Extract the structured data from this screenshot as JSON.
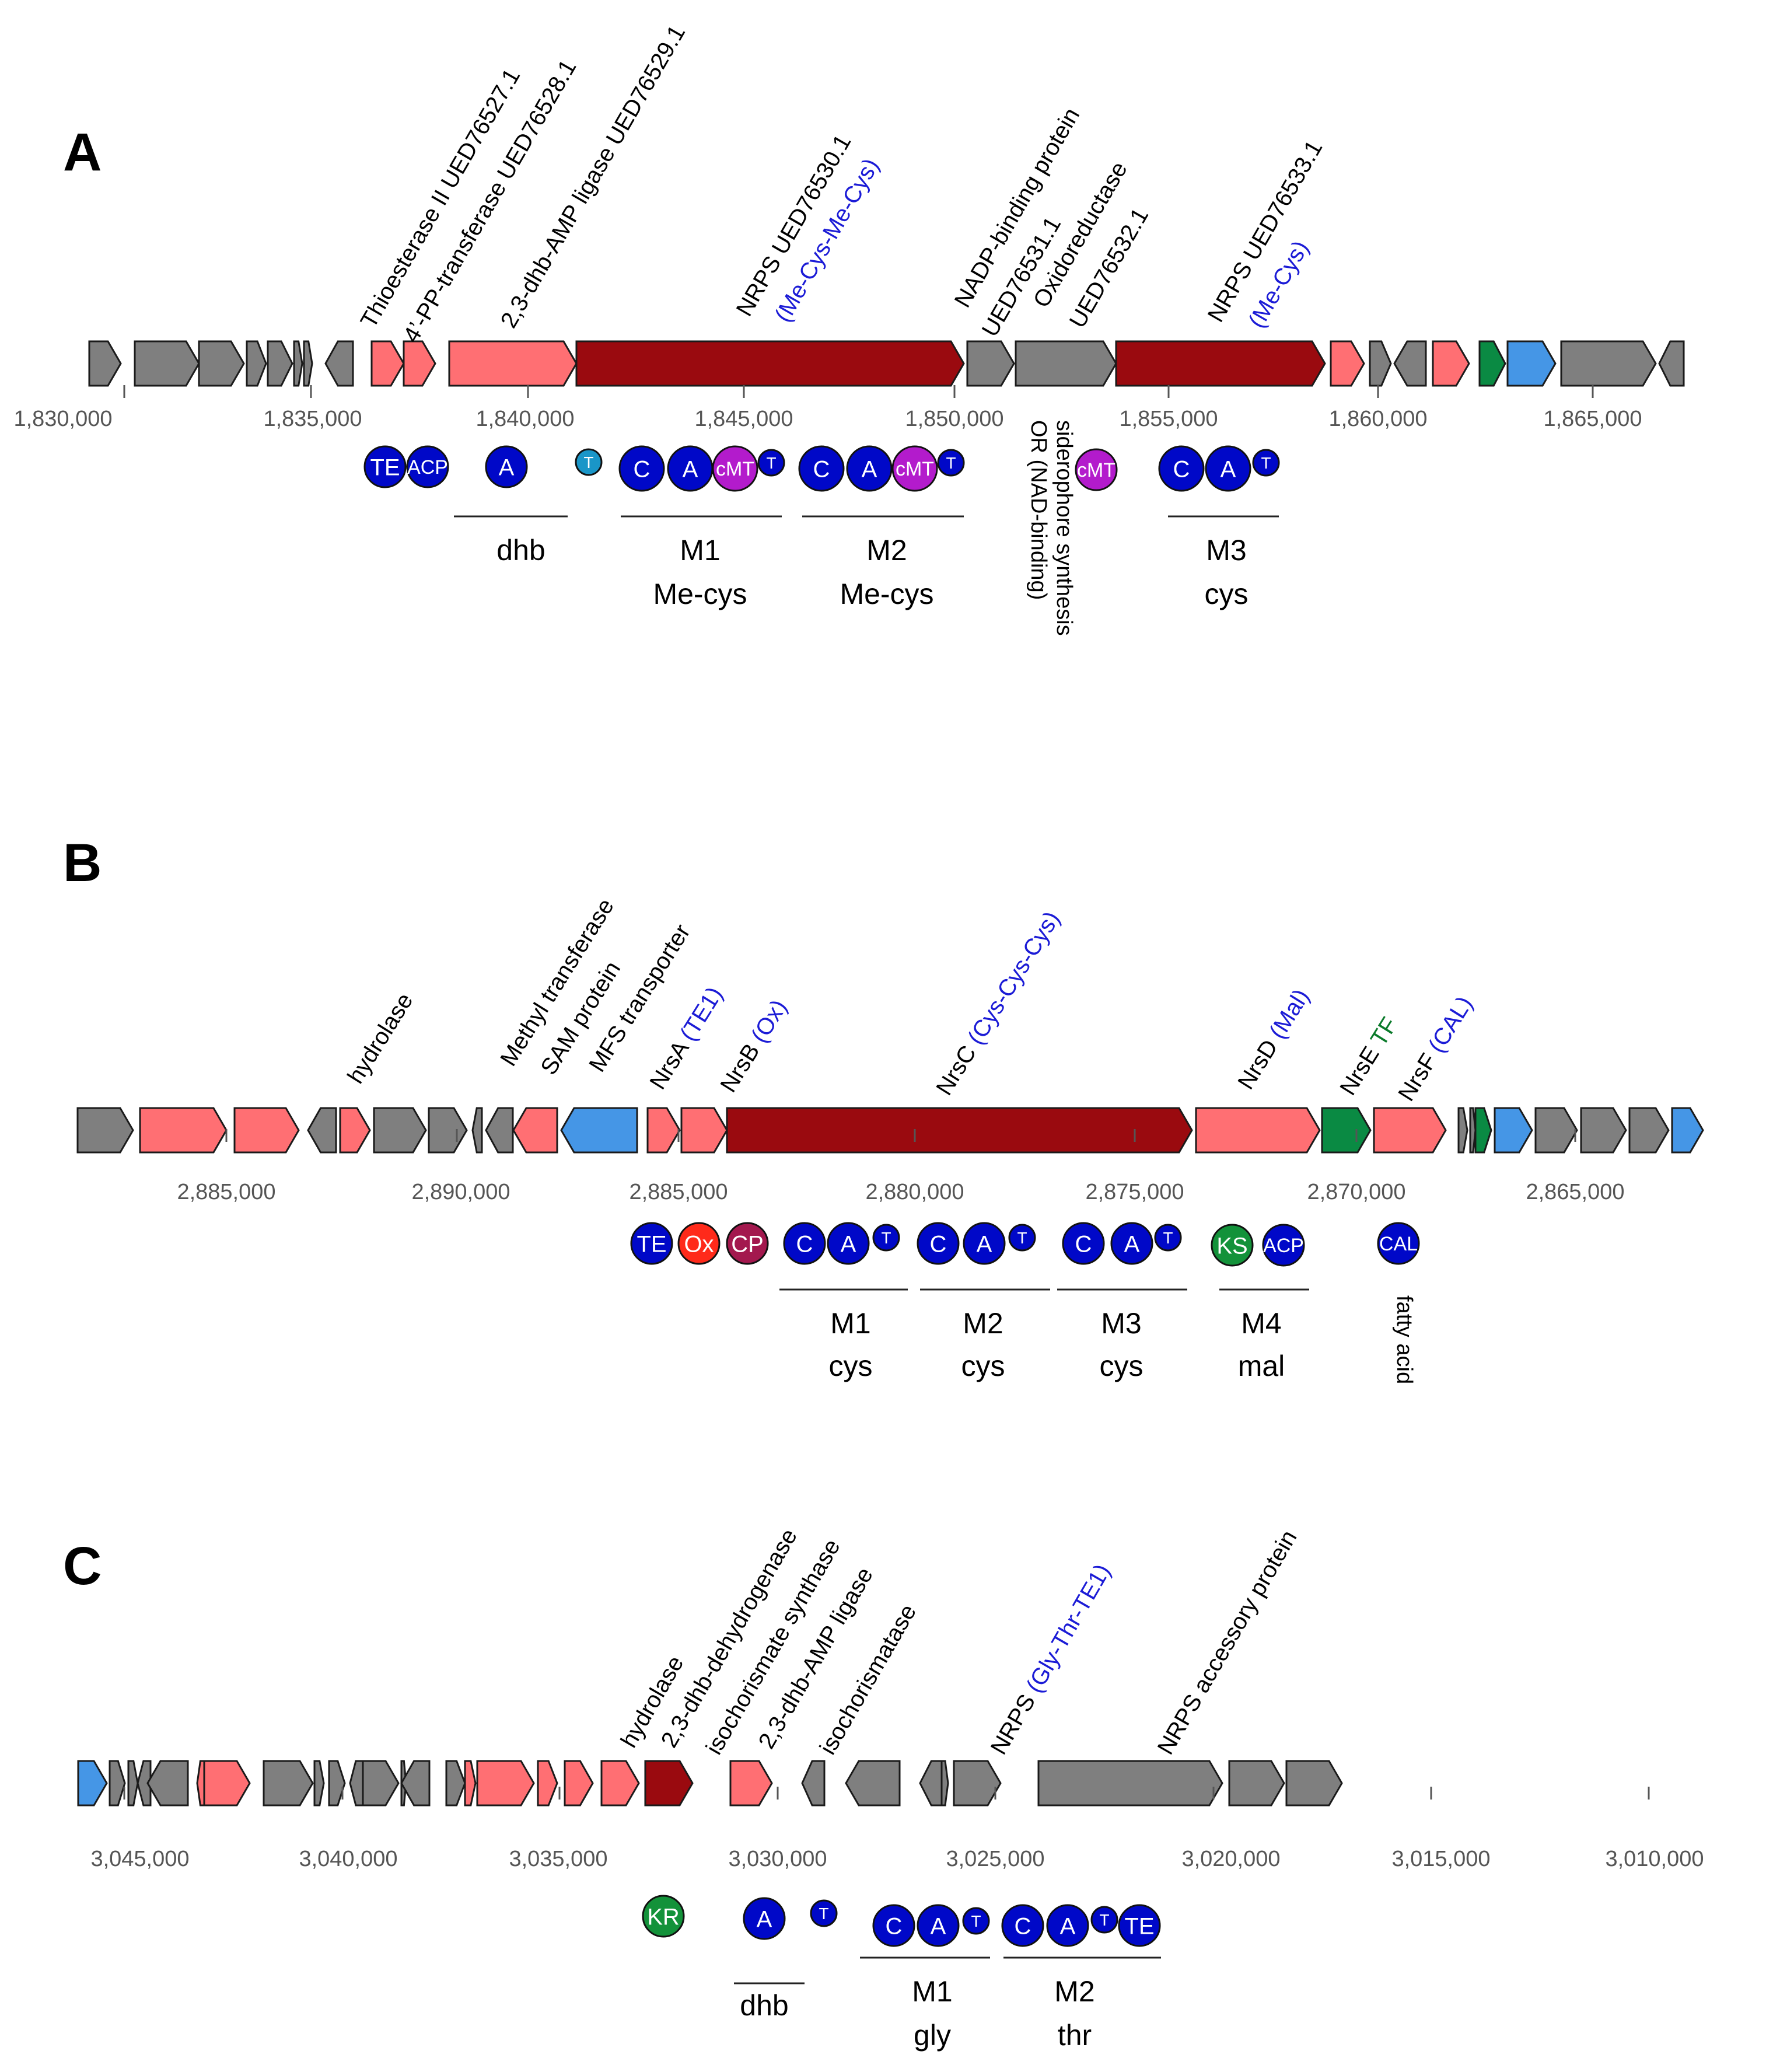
{
  "colors": {
    "gray": "#7f7f7f",
    "salmon": "#ff6f73",
    "darkred": "#9a0a0f",
    "green": "#0a8a43",
    "blue": "#4596e6",
    "domain_blue": "#0008c8",
    "cmt_purple": "#b31bcc",
    "t_cyan": "#1a96c8",
    "kr_green": "#13923a",
    "ox_red": "#ff2a1a",
    "cp_maroon": "#a3184e",
    "annot_blue": "#1b1bd6",
    "annot_green": "#0a7a2a",
    "axis_text": "#555555"
  },
  "panels": [
    {
      "letter": "A",
      "ticks": [
        "1,830,000",
        "1,835,000",
        "1,840,000",
        "1,845,000",
        "1,850,000",
        "1,855,000",
        "1,860,000",
        "1,865,000"
      ],
      "genes": [
        {
          "c": "gray",
          "d": "r"
        },
        {
          "c": "gray",
          "d": "r"
        },
        {
          "c": "gray",
          "d": "r"
        },
        {
          "c": "gray",
          "d": "r"
        },
        {
          "c": "gray",
          "d": "r"
        },
        {
          "c": "gray",
          "d": "r"
        },
        {
          "c": "gray",
          "d": "r"
        },
        {
          "c": "gray",
          "d": "l"
        },
        {
          "c": "salmon",
          "d": "r"
        },
        {
          "c": "salmon",
          "d": "r"
        },
        {
          "c": "salmon",
          "d": "r"
        },
        {
          "c": "darkred",
          "d": "r"
        },
        {
          "c": "gray",
          "d": "r"
        },
        {
          "c": "gray",
          "d": "r"
        },
        {
          "c": "darkred",
          "d": "r"
        },
        {
          "c": "salmon",
          "d": "r"
        },
        {
          "c": "gray",
          "d": "r"
        },
        {
          "c": "gray",
          "d": "l"
        },
        {
          "c": "salmon",
          "d": "r"
        },
        {
          "c": "green",
          "d": "r"
        },
        {
          "c": "blue",
          "d": "r"
        },
        {
          "c": "gray",
          "d": "r"
        },
        {
          "c": "gray",
          "d": "l"
        }
      ],
      "labels": [
        {
          "parts": [
            {
              "t": "Thioesterase II UED76527.1",
              "c": "black"
            }
          ]
        },
        {
          "parts": [
            {
              "t": "4’-PP-transferase UED76528.1",
              "c": "black"
            }
          ]
        },
        {
          "parts": [
            {
              "t": "2,3-dhb-AMP ligase UED76529.1",
              "c": "black"
            }
          ]
        },
        {
          "parts": [
            {
              "t": "NRPS UED76530.1",
              "c": "black"
            }
          ]
        },
        {
          "parts": [
            {
              "t": "(Me-Cys-Me-Cys)",
              "c": "blue"
            }
          ]
        },
        {
          "parts": [
            {
              "t": "NADP-binding protein",
              "c": "black"
            }
          ]
        },
        {
          "parts": [
            {
              "t": "UED76531.1",
              "c": "black"
            }
          ]
        },
        {
          "parts": [
            {
              "t": "Oxidoreductase",
              "c": "black"
            }
          ]
        },
        {
          "parts": [
            {
              "t": "UED76532.1",
              "c": "black"
            }
          ]
        },
        {
          "parts": [
            {
              "t": "NRPS UED76533.1",
              "c": "black"
            }
          ]
        },
        {
          "parts": [
            {
              "t": "(Me-Cys)",
              "c": "blue"
            }
          ]
        }
      ],
      "domains": [
        "TE",
        "ACP",
        "A",
        "T",
        "C",
        "A",
        "cMT",
        "T",
        "C",
        "A",
        "cMT",
        "T",
        "cMT",
        "C",
        "A",
        "T"
      ],
      "modules": [
        {
          "lines": [
            "dhb"
          ]
        },
        {
          "lines": [
            "M1",
            "Me-cys"
          ]
        },
        {
          "lines": [
            "M2",
            "Me-cys"
          ]
        },
        {
          "lines": [
            "M3",
            "cys"
          ]
        }
      ],
      "vertical_notes": [
        {
          "lines": [
            "OR (NAD-binding)",
            "siderophore synthesis"
          ]
        }
      ]
    },
    {
      "letter": "B",
      "ticks": [
        "2,885,000",
        "2,890,000",
        "2,885,000",
        "2,880,000",
        "2,875,000",
        "2,870,000",
        "2,865,000"
      ],
      "genes": [
        {
          "c": "gray",
          "d": "r"
        },
        {
          "c": "salmon",
          "d": "r"
        },
        {
          "c": "salmon",
          "d": "r"
        },
        {
          "c": "gray",
          "d": "l"
        },
        {
          "c": "salmon",
          "d": "r"
        },
        {
          "c": "gray",
          "d": "r"
        },
        {
          "c": "gray",
          "d": "r"
        },
        {
          "c": "gray",
          "d": "l"
        },
        {
          "c": "gray",
          "d": "l"
        },
        {
          "c": "salmon",
          "d": "l"
        },
        {
          "c": "blue",
          "d": "l"
        },
        {
          "c": "salmon",
          "d": "r"
        },
        {
          "c": "salmon",
          "d": "r"
        },
        {
          "c": "darkred",
          "d": "r"
        },
        {
          "c": "salmon",
          "d": "r"
        },
        {
          "c": "green",
          "d": "r"
        },
        {
          "c": "salmon",
          "d": "r"
        },
        {
          "c": "gray",
          "d": "r"
        },
        {
          "c": "gray",
          "d": "r"
        },
        {
          "c": "green",
          "d": "r"
        },
        {
          "c": "blue",
          "d": "r"
        },
        {
          "c": "gray",
          "d": "r"
        },
        {
          "c": "gray",
          "d": "r"
        },
        {
          "c": "gray",
          "d": "r"
        },
        {
          "c": "blue",
          "d": "r"
        }
      ],
      "labels": [
        {
          "parts": [
            {
              "t": "hydrolase",
              "c": "black"
            }
          ]
        },
        {
          "parts": [
            {
              "t": "Methyl transferase",
              "c": "black"
            }
          ]
        },
        {
          "parts": [
            {
              "t": "SAM protein",
              "c": "black"
            }
          ]
        },
        {
          "parts": [
            {
              "t": "MFS transporter",
              "c": "black"
            }
          ]
        },
        {
          "parts": [
            {
              "t": "NrsA ",
              "c": "black"
            },
            {
              "t": "(TE1)",
              "c": "blue"
            }
          ]
        },
        {
          "parts": [
            {
              "t": "NrsB ",
              "c": "black"
            },
            {
              "t": "(Ox)",
              "c": "blue"
            }
          ]
        },
        {
          "parts": [
            {
              "t": "NrsC ",
              "c": "black"
            },
            {
              "t": "(Cys-Cys-Cys)",
              "c": "blue"
            }
          ]
        },
        {
          "parts": [
            {
              "t": "NrsD ",
              "c": "black"
            },
            {
              "t": "(Mal)",
              "c": "blue"
            }
          ]
        },
        {
          "parts": [
            {
              "t": "NrsE ",
              "c": "black"
            },
            {
              "t": "TF",
              "c": "green"
            }
          ]
        },
        {
          "parts": [
            {
              "t": "NrsF ",
              "c": "black"
            },
            {
              "t": "(CAL)",
              "c": "blue"
            }
          ]
        }
      ],
      "domains": [
        "TE",
        "Ox",
        "CP",
        "C",
        "A",
        "T",
        "C",
        "A",
        "T",
        "C",
        "A",
        "T",
        "KS",
        "ACP",
        "CAL"
      ],
      "modules": [
        {
          "lines": [
            "M1",
            "cys"
          ]
        },
        {
          "lines": [
            "M2",
            "cys"
          ]
        },
        {
          "lines": [
            "M3",
            "cys"
          ]
        },
        {
          "lines": [
            "M4",
            "mal"
          ]
        }
      ],
      "vertical_notes": [
        {
          "lines": [
            "fatty acid"
          ]
        }
      ]
    },
    {
      "letter": "C",
      "ticks": [
        "3,045,000",
        "3,040,000",
        "3,035,000",
        "3,030,000",
        "3,025,000",
        "3,020,000",
        "3,015,000",
        "3,010,000"
      ],
      "genes": [
        {
          "c": "blue",
          "d": "r"
        },
        {
          "c": "gray",
          "d": "r"
        },
        {
          "c": "gray",
          "d": "r"
        },
        {
          "c": "gray",
          "d": "l"
        },
        {
          "c": "gray",
          "d": "l"
        },
        {
          "c": "salmon",
          "d": "l"
        },
        {
          "c": "salmon",
          "d": "r"
        },
        {
          "c": "gray",
          "d": "r"
        },
        {
          "c": "gray",
          "d": "r"
        },
        {
          "c": "gray",
          "d": "r"
        },
        {
          "c": "gray",
          "d": "l"
        },
        {
          "c": "gray",
          "d": "r"
        },
        {
          "c": "gray",
          "d": "r"
        },
        {
          "c": "gray",
          "d": "l"
        },
        {
          "c": "gray",
          "d": "r"
        },
        {
          "c": "salmon",
          "d": "r"
        },
        {
          "c": "salmon",
          "d": "r"
        },
        {
          "c": "salmon",
          "d": "r"
        },
        {
          "c": "salmon",
          "d": "r"
        },
        {
          "c": "salmon",
          "d": "r"
        },
        {
          "c": "darkred",
          "d": "r"
        },
        {
          "c": "salmon",
          "d": "r"
        },
        {
          "c": "gray",
          "d": "l"
        },
        {
          "c": "gray",
          "d": "l"
        },
        {
          "c": "gray",
          "d": "l"
        },
        {
          "c": "gray",
          "d": "r"
        },
        {
          "c": "gray",
          "d": "r"
        },
        {
          "c": "gray",
          "d": "r"
        },
        {
          "c": "gray",
          "d": "r"
        },
        {
          "c": "gray",
          "d": "r"
        }
      ],
      "labels": [
        {
          "parts": [
            {
              "t": "hydrolase",
              "c": "black"
            }
          ]
        },
        {
          "parts": [
            {
              "t": "2,3-dhb-dehydrogenase",
              "c": "black"
            }
          ]
        },
        {
          "parts": [
            {
              "t": "isochorismate synthase",
              "c": "black"
            }
          ]
        },
        {
          "parts": [
            {
              "t": "2,3-dhb-AMP ligase",
              "c": "black"
            }
          ]
        },
        {
          "parts": [
            {
              "t": "isochorismatase",
              "c": "black"
            }
          ]
        },
        {
          "parts": [
            {
              "t": "NRPS ",
              "c": "black"
            },
            {
              "t": "(Gly-Thr-TE1)",
              "c": "blue"
            }
          ]
        },
        {
          "parts": [
            {
              "t": "NRPS accessory protein",
              "c": "black"
            }
          ]
        }
      ],
      "domains": [
        "KR",
        "A",
        "T",
        "C",
        "A",
        "T",
        "C",
        "A",
        "T",
        "TE"
      ],
      "modules": [
        {
          "lines": [
            "dhb"
          ]
        },
        {
          "lines": [
            "M1",
            "gly"
          ]
        },
        {
          "lines": [
            "M2",
            "thr"
          ]
        }
      ],
      "vertical_notes": []
    }
  ]
}
